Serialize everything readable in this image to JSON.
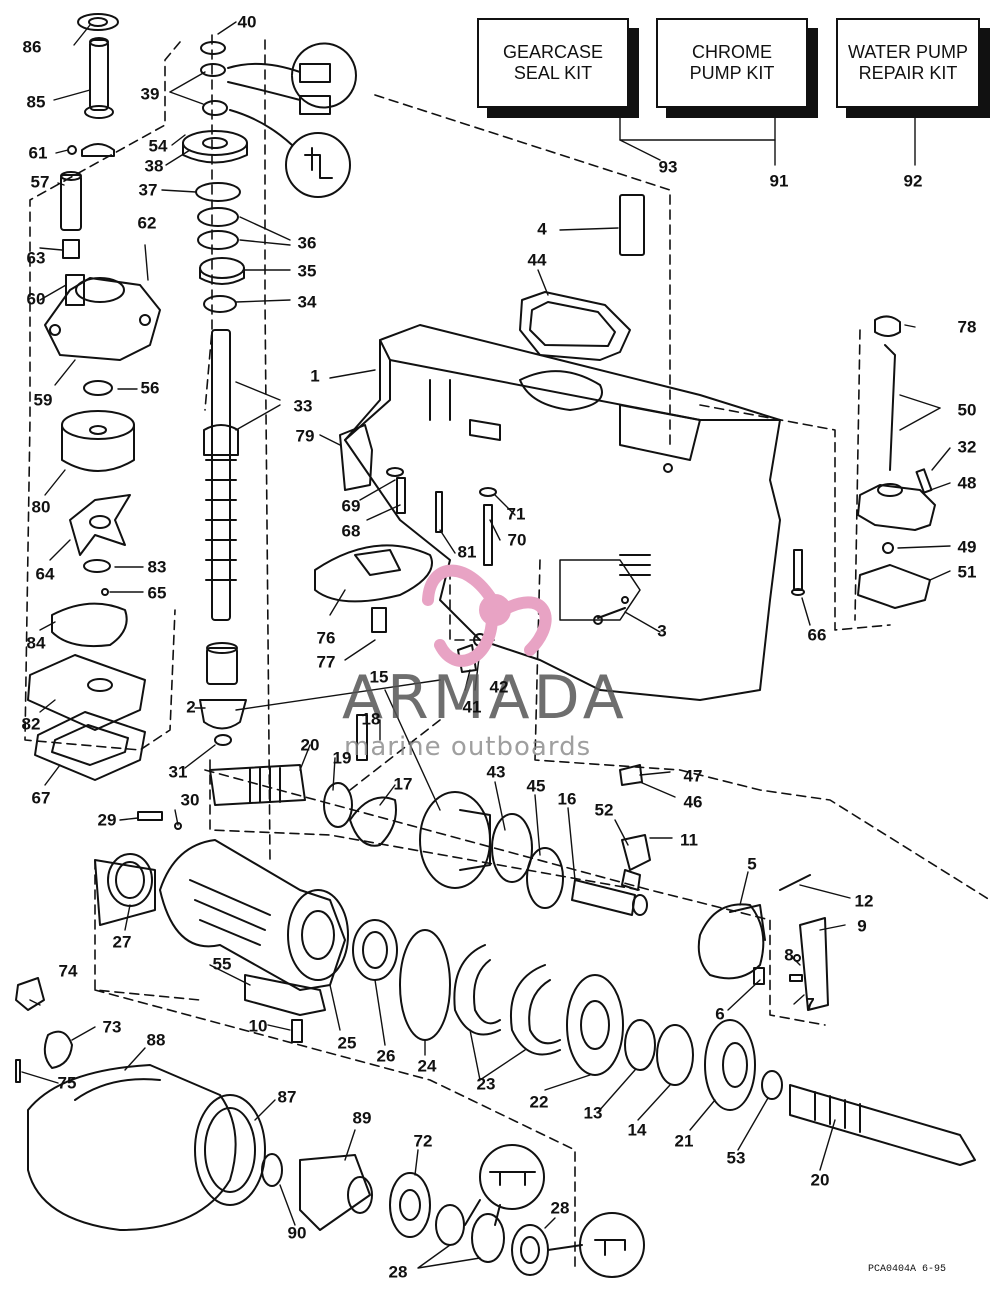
{
  "kits": {
    "gearcase_seal_kit": "GEARCASE\nSEAL KIT",
    "chrome_pump_kit": "CHROME\nPUMP KIT",
    "water_pump_repair_kit": "WATER PUMP\nREPAIR KIT"
  },
  "watermark": {
    "name": "ARMADA",
    "tagline": "marine outboards",
    "logo_color": "#e8a3c4"
  },
  "figure_code": "PCA0404A   6-95",
  "part_labels": {
    "p1": "1",
    "p2": "2",
    "p3": "3",
    "p4": "4",
    "p5": "5",
    "p6": "6",
    "p7": "7",
    "p8": "8",
    "p9": "9",
    "p10": "10",
    "p11": "11",
    "p12": "12",
    "p13": "13",
    "p14": "14",
    "p15": "15",
    "p16": "16",
    "p17": "17",
    "p18": "18",
    "p19": "19",
    "p20a": "20",
    "p20b": "20",
    "p21": "21",
    "p22": "22",
    "p23": "23",
    "p24": "24",
    "p25": "25",
    "p26": "26",
    "p27": "27",
    "p28a": "28",
    "p28b": "28",
    "p29": "29",
    "p30": "30",
    "p31": "31",
    "p32": "32",
    "p33": "33",
    "p34": "34",
    "p35": "35",
    "p36": "36",
    "p37": "37",
    "p38": "38",
    "p39": "39",
    "p40": "40",
    "p41": "41",
    "p42": "42",
    "p43": "43",
    "p44": "44",
    "p45": "45",
    "p46": "46",
    "p47": "47",
    "p48": "48",
    "p49": "49",
    "p50": "50",
    "p51": "51",
    "p52": "52",
    "p53": "53",
    "p54": "54",
    "p55": "55",
    "p56": "56",
    "p57": "57",
    "p59": "59",
    "p60": "60",
    "p61": "61",
    "p62": "62",
    "p63": "63",
    "p64": "64",
    "p65": "65",
    "p66": "66",
    "p67": "67",
    "p68": "68",
    "p69": "69",
    "p70": "70",
    "p71": "71",
    "p72": "72",
    "p73": "73",
    "p74": "74",
    "p75": "75",
    "p76": "76",
    "p77": "77",
    "p78": "78",
    "p79": "79",
    "p80": "80",
    "p81": "81",
    "p82": "82",
    "p83": "83",
    "p84": "84",
    "p85": "85",
    "p86": "86",
    "p87": "87",
    "p88": "88",
    "p89": "89",
    "p90": "90",
    "p91": "91",
    "p92": "92",
    "p93": "93"
  }
}
